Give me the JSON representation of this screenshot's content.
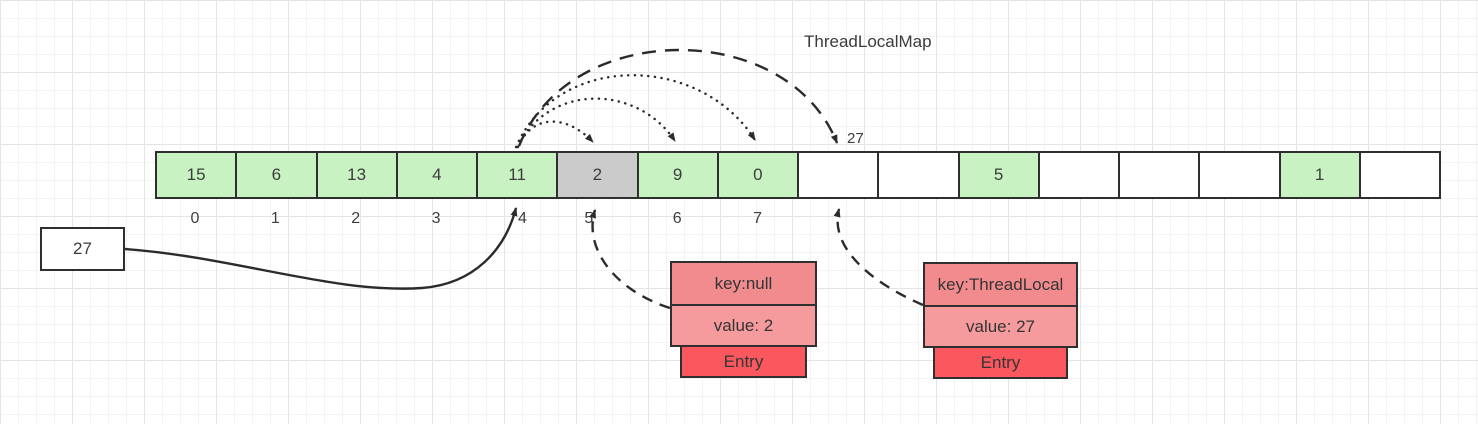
{
  "title": "ThreadLocalMap",
  "array": {
    "cells": [
      {
        "value": "15",
        "state": "green"
      },
      {
        "value": "6",
        "state": "green"
      },
      {
        "value": "13",
        "state": "green"
      },
      {
        "value": "4",
        "state": "green"
      },
      {
        "value": "11",
        "state": "green"
      },
      {
        "value": "2",
        "state": "gray"
      },
      {
        "value": "9",
        "state": "green"
      },
      {
        "value": "0",
        "state": "green"
      },
      {
        "value": "",
        "state": "white"
      },
      {
        "value": "",
        "state": "white"
      },
      {
        "value": "5",
        "state": "green"
      },
      {
        "value": "",
        "state": "white"
      },
      {
        "value": "",
        "state": "white"
      },
      {
        "value": "",
        "state": "white"
      },
      {
        "value": "1",
        "state": "green"
      },
      {
        "value": "",
        "state": "white"
      }
    ],
    "index_labels": [
      "0",
      "1",
      "2",
      "3",
      "4",
      "5",
      "6",
      "7"
    ],
    "hash_label": "27"
  },
  "value_box": {
    "label": "27"
  },
  "entries": [
    {
      "key": "key:null",
      "value": "value: 2",
      "tag": "Entry"
    },
    {
      "key": "key:ThreadLocal",
      "value": "value: 27",
      "tag": "Entry"
    }
  ],
  "colors": {
    "cell_green": "#c9f2c3",
    "cell_gray": "#cbcbcb",
    "cell_white": "#ffffff",
    "border": "#2f2f2f",
    "entry_key_fill": "#f28b8e",
    "entry_value_fill": "#f59a9d",
    "entry_tag_fill": "#fa575f",
    "line": "#2b2b2b"
  }
}
